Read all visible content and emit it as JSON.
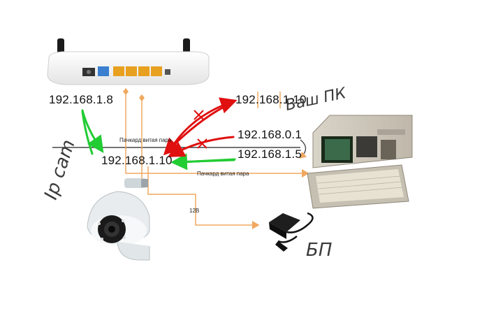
{
  "ip_addresses": {
    "router": "192.168.1.8",
    "camera": "192.168.1.10",
    "target_1": "192.168.1.10",
    "target_2": "192.168.0.1",
    "target_3": "192.168.1.5"
  },
  "cable_labels": {
    "patch_cord_1": "Пачкард витая пара",
    "patch_cord_2": "Пачкард витая пара",
    "power_12v": "12В"
  },
  "handwritten": {
    "pc": "Ваш ПК",
    "camera": "Ip cam",
    "psu": "БП"
  },
  "colors": {
    "wrong_arrow": "#e01010",
    "ok_arrow": "#22cc33",
    "cable": "#f0a860",
    "line": "#222222"
  },
  "icons": [
    "router-icon",
    "ip-camera-icon",
    "computer-icon",
    "power-adapter-icon"
  ]
}
